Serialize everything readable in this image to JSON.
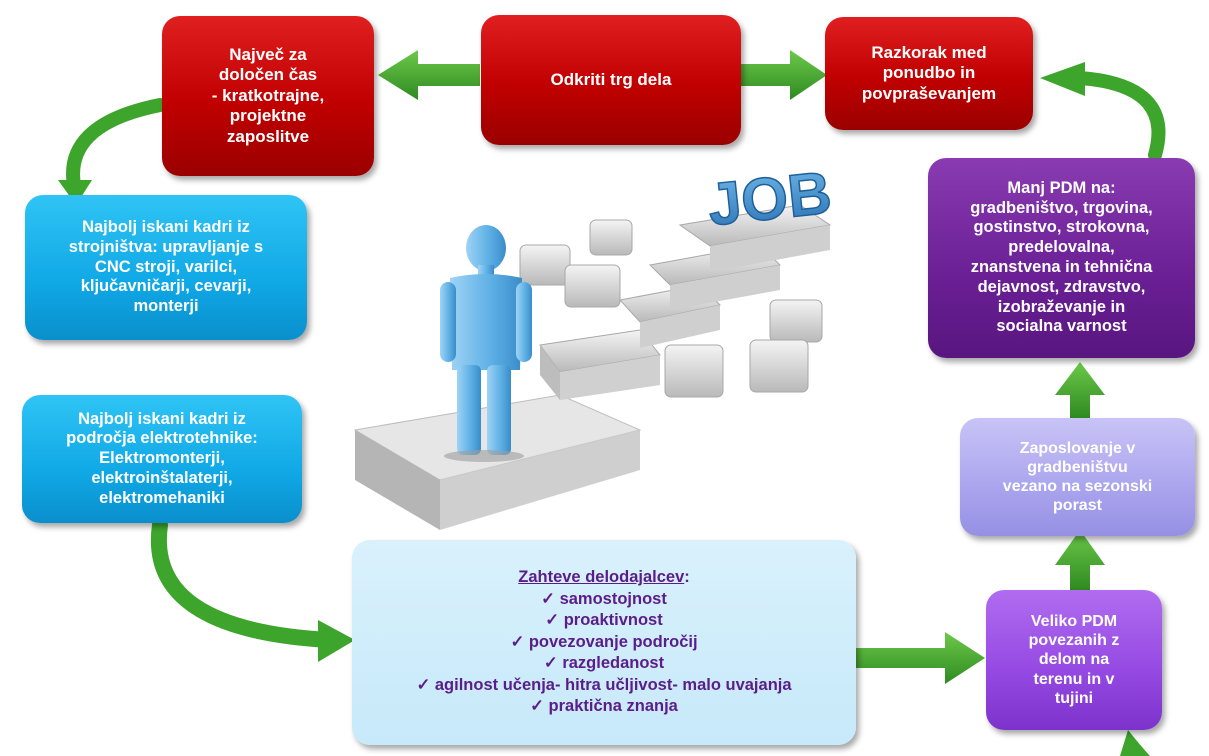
{
  "boxes": {
    "odkriti": "Odkriti trg dela",
    "najvec": "Največ za\ndoločen čas\n- kratkotrajne,\nprojektne\nzaposlitve",
    "razkorak": "Razkorak med\nponudbo in\npovpraševanjem",
    "strojnistvo": "Najbolj iskani kadri iz\nstrojništva:  upravljanje s\nCNC stroji, varilci,\nključavničarji, cevarji,\nmonterji",
    "elektro": "Najbolj iskani kadri iz\npodročja elektrotehnike:\nElektromonterji,\nelektroinštalaterji,\nelektromehaniki",
    "manj_pdm": "Manj PDM na:\ngradbeništvo, trgovina,\ngostinstvo, strokovna,\npredelovalna,\nznanstvena in tehnična\ndejavnost, zdravstvo,\nizobraževanje in\nsocialna varnost",
    "zaposlovanje": "Zaposlovanje v\ngradbeništvu\nvezano na sezonski\nporast",
    "veliko_pdm": "Veliko PDM\npovezanih z\ndelom na\nterenu in v\ntujini"
  },
  "zahteve": {
    "title": "Zahteve delodajalcev",
    "items": [
      "✓ samostojnost",
      "✓ proaktivnost",
      "✓ povezovanje področij",
      "✓ razgledanost",
      "✓ agilnost učenja- hitra učljivost- malo uvajanja",
      "✓ praktična znanja"
    ]
  },
  "illustration": {
    "sign_text": "JOB"
  },
  "colors": {
    "red": "#c00000",
    "cyan": "#10a8e6",
    "purple": "#6a1f94",
    "violet": "#9448e2",
    "lavender": "#aaa4ee",
    "light_blue": "#c7e9fa",
    "arrow_green": "#3ea52c"
  }
}
